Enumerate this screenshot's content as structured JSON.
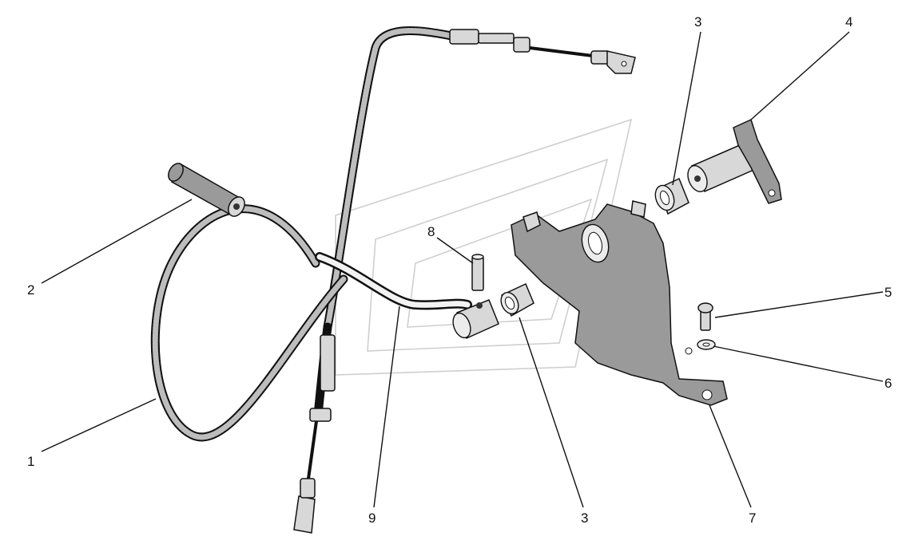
{
  "callouts": [
    "1",
    "2",
    "3",
    "3",
    "4",
    "5",
    "6",
    "7",
    "8",
    "9"
  ],
  "colors": {
    "ink": "#111111",
    "shading": "#9a9a9a",
    "background": "#ffffff"
  }
}
